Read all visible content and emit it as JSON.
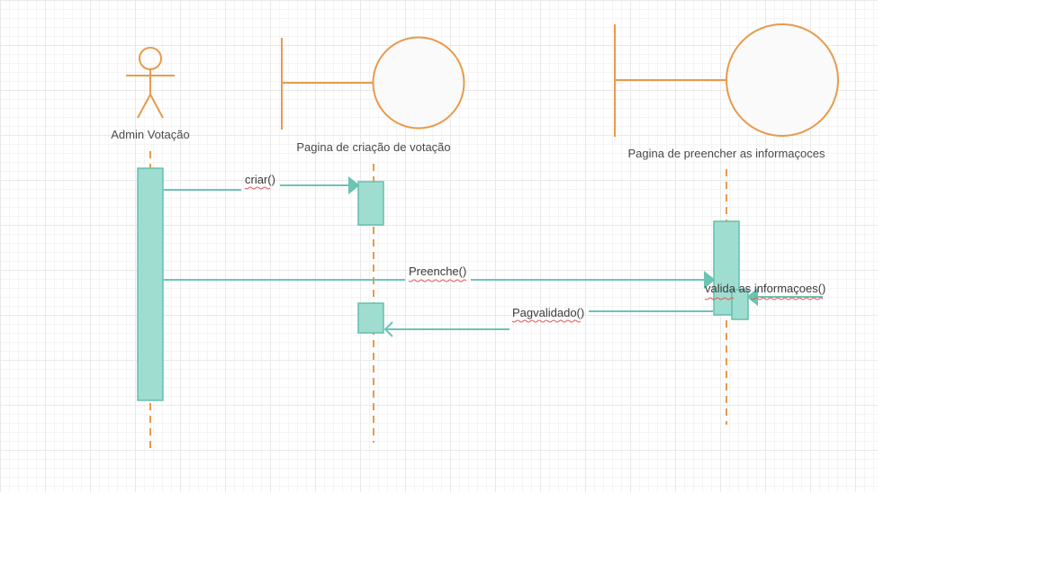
{
  "colors": {
    "lifeline": "#e89a4c",
    "activation_fill": "#a0ddd1",
    "activation_stroke": "#64bfae",
    "message": "#6cc4b3",
    "label": "#4a4a4a",
    "spell_underline": "#e05a5a"
  },
  "participants": [
    {
      "id": "admin",
      "type": "actor",
      "label": "Admin Votação"
    },
    {
      "id": "criacao",
      "type": "boundary",
      "label": "Pagina de criação de votação"
    },
    {
      "id": "preencher",
      "type": "boundary",
      "label": "Pagina de preencher as informaçoces"
    }
  ],
  "messages": [
    {
      "id": "criar",
      "from": "admin",
      "to": "criacao",
      "label": "criar()"
    },
    {
      "id": "preenche",
      "from": "admin",
      "to": "preencher",
      "label": "Preenche()"
    },
    {
      "id": "valida",
      "from": "preencher",
      "to": "preencher",
      "label": "valida as informaçoes()"
    },
    {
      "id": "pagvalidado",
      "from": "preencher",
      "to": "criacao",
      "label": "Pagvalidado()"
    }
  ]
}
